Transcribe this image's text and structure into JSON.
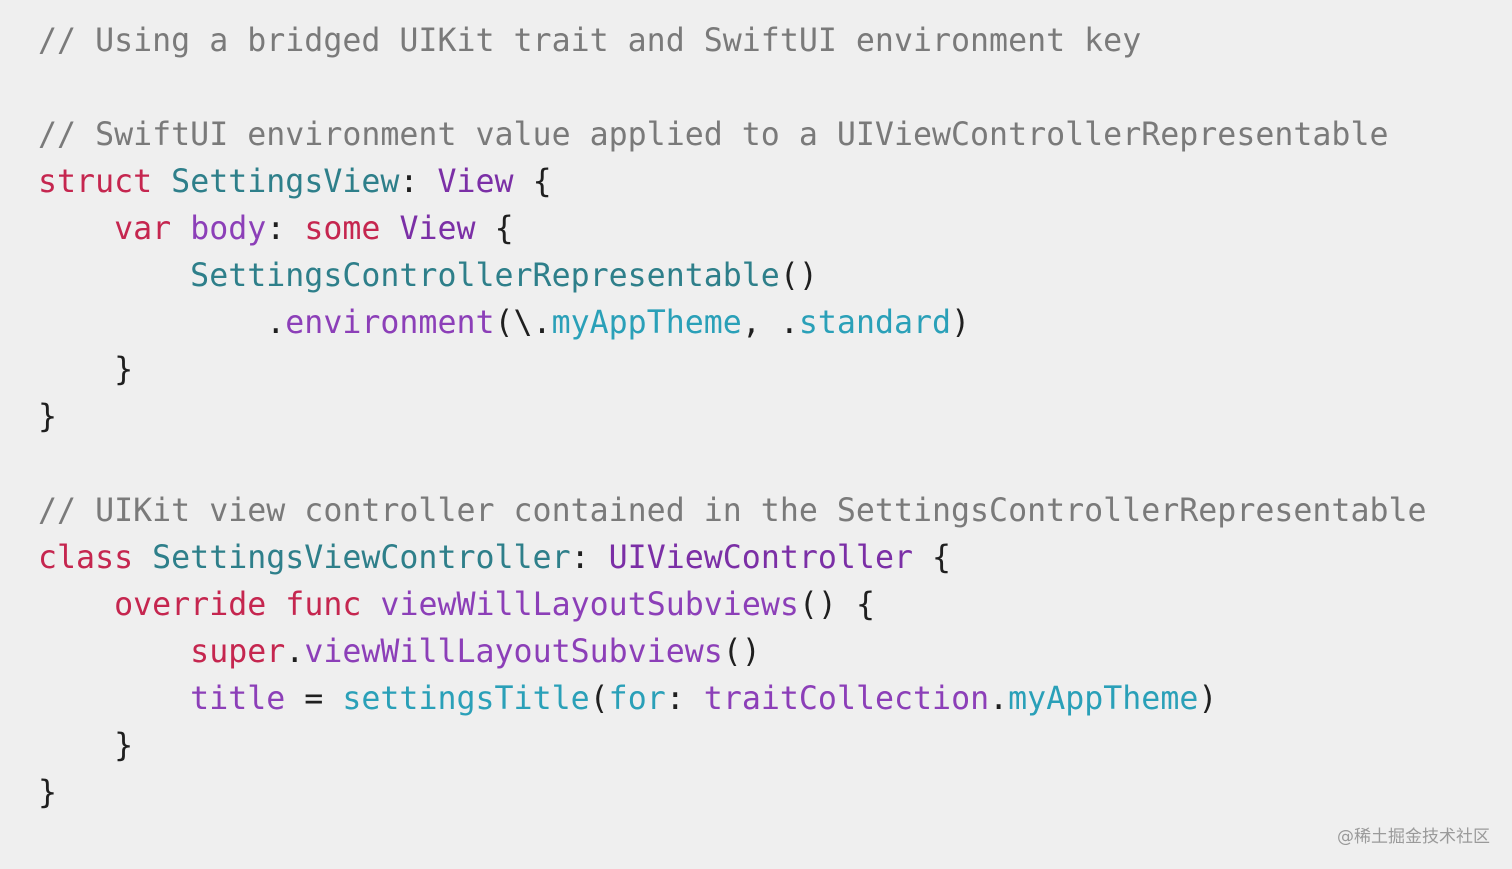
{
  "colors": {
    "background": "#efefef",
    "plain": "#1f1f1f",
    "comment": "#7a7a7a",
    "keyword": "#c5264f",
    "type_decl": "#2e7f8a",
    "type_ref": "#7b2fa6",
    "member": "#8c3fb8",
    "call": "#2aa0b8"
  },
  "code": {
    "lines": [
      [
        {
          "text": "// Using a bridged UIKit trait and SwiftUI environment key",
          "kind": "comment"
        }
      ],
      [],
      [
        {
          "text": "// SwiftUI environment value applied to a UIViewControllerRepresentable",
          "kind": "comment"
        }
      ],
      [
        {
          "text": "struct",
          "kind": "keyword"
        },
        {
          "text": " ",
          "kind": "plain"
        },
        {
          "text": "SettingsView",
          "kind": "type_decl"
        },
        {
          "text": ": ",
          "kind": "plain"
        },
        {
          "text": "View",
          "kind": "type_ref"
        },
        {
          "text": " {",
          "kind": "plain"
        }
      ],
      [
        {
          "text": "    ",
          "kind": "plain"
        },
        {
          "text": "var",
          "kind": "keyword"
        },
        {
          "text": " ",
          "kind": "plain"
        },
        {
          "text": "body",
          "kind": "member"
        },
        {
          "text": ": ",
          "kind": "plain"
        },
        {
          "text": "some",
          "kind": "keyword"
        },
        {
          "text": " ",
          "kind": "plain"
        },
        {
          "text": "View",
          "kind": "type_ref"
        },
        {
          "text": " {",
          "kind": "plain"
        }
      ],
      [
        {
          "text": "        ",
          "kind": "plain"
        },
        {
          "text": "SettingsControllerRepresentable",
          "kind": "type_decl"
        },
        {
          "text": "()",
          "kind": "plain"
        }
      ],
      [
        {
          "text": "            .",
          "kind": "plain"
        },
        {
          "text": "environment",
          "kind": "member"
        },
        {
          "text": "(\\.",
          "kind": "plain"
        },
        {
          "text": "myAppTheme",
          "kind": "call"
        },
        {
          "text": ", .",
          "kind": "plain"
        },
        {
          "text": "standard",
          "kind": "call"
        },
        {
          "text": ")",
          "kind": "plain"
        }
      ],
      [
        {
          "text": "    }",
          "kind": "plain"
        }
      ],
      [
        {
          "text": "}",
          "kind": "plain"
        }
      ],
      [],
      [
        {
          "text": "// UIKit view controller contained in the SettingsControllerRepresentable",
          "kind": "comment"
        }
      ],
      [
        {
          "text": "class",
          "kind": "keyword"
        },
        {
          "text": " ",
          "kind": "plain"
        },
        {
          "text": "SettingsViewController",
          "kind": "type_decl"
        },
        {
          "text": ": ",
          "kind": "plain"
        },
        {
          "text": "UIViewController",
          "kind": "type_ref"
        },
        {
          "text": " {",
          "kind": "plain"
        }
      ],
      [
        {
          "text": "    ",
          "kind": "plain"
        },
        {
          "text": "override",
          "kind": "keyword"
        },
        {
          "text": " ",
          "kind": "plain"
        },
        {
          "text": "func",
          "kind": "keyword"
        },
        {
          "text": " ",
          "kind": "plain"
        },
        {
          "text": "viewWillLayoutSubviews",
          "kind": "member"
        },
        {
          "text": "() {",
          "kind": "plain"
        }
      ],
      [
        {
          "text": "        ",
          "kind": "plain"
        },
        {
          "text": "super",
          "kind": "keyword"
        },
        {
          "text": ".",
          "kind": "plain"
        },
        {
          "text": "viewWillLayoutSubviews",
          "kind": "member"
        },
        {
          "text": "()",
          "kind": "plain"
        }
      ],
      [
        {
          "text": "        ",
          "kind": "plain"
        },
        {
          "text": "title",
          "kind": "member"
        },
        {
          "text": " = ",
          "kind": "plain"
        },
        {
          "text": "settingsTitle",
          "kind": "call"
        },
        {
          "text": "(",
          "kind": "plain"
        },
        {
          "text": "for",
          "kind": "call"
        },
        {
          "text": ": ",
          "kind": "plain"
        },
        {
          "text": "traitCollection",
          "kind": "member"
        },
        {
          "text": ".",
          "kind": "plain"
        },
        {
          "text": "myAppTheme",
          "kind": "call"
        },
        {
          "text": ")",
          "kind": "plain"
        }
      ],
      [
        {
          "text": "    }",
          "kind": "plain"
        }
      ],
      [
        {
          "text": "}",
          "kind": "plain"
        }
      ]
    ]
  },
  "watermark": "@稀土掘金技术社区"
}
